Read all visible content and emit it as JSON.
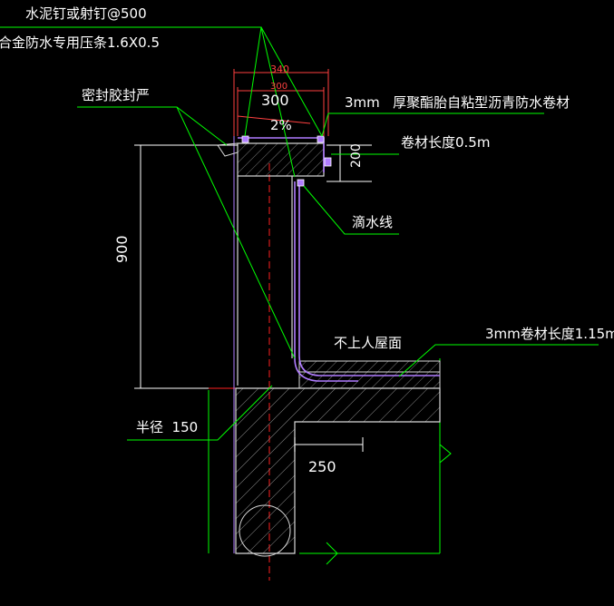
{
  "labels": {
    "nail": "水泥钉或射钉@500",
    "strip": "合金防水专用压条1.6X0.5",
    "sealant": "密封胶封严",
    "membrane_spec": "3mm   厚聚酯胎自粘型沥青防水卷材",
    "membrane_len_top": "卷材长度0.5m",
    "drip_line": "滴水线",
    "roof_type": "不上人屋面",
    "membrane_len_roof": "3mm卷材长度1.15m",
    "radius": "半径  150"
  },
  "dims": {
    "d340": "340",
    "d300a": "300",
    "d300b": "300",
    "slope": "2%",
    "d200": "200",
    "d900": "900",
    "d250": "250"
  },
  "colors": {
    "background": "#000000",
    "leader": "#00ff00",
    "wall": "#d8d8d8",
    "hatch": "#8a8a8a",
    "membrane": "#b07cff",
    "dimension": "#ff4040",
    "axis": "#ff2020",
    "text": "#ffffff"
  }
}
